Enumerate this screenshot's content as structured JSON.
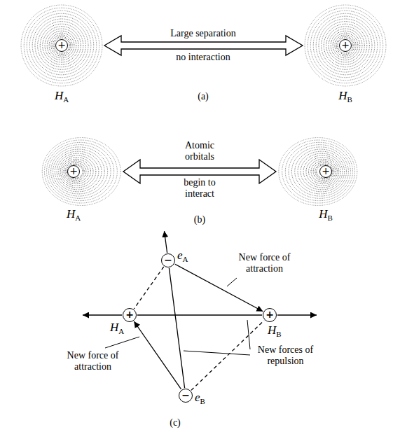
{
  "diagram": {
    "nodes": [
      {
        "text": [
          "+",
          "HA"
        ]
      },
      {
        "text": [
          "+",
          "HB"
        ]
      },
      {
        "text": [
          "+",
          "HA"
        ]
      },
      {
        "text": [
          "+",
          "HB"
        ]
      },
      {
        "text": [
          "−",
          "eA"
        ]
      },
      {
        "text": [
          "+",
          "HA"
        ]
      },
      {
        "text": [
          "+",
          "HB"
        ]
      },
      {
        "text": [
          "−",
          "eB"
        ]
      }
    ],
    "edges": [
      {
        "from": 0,
        "to": 1,
        "arrow": "both"
      },
      {
        "from": 2,
        "to": 3,
        "arrow": "both"
      },
      {
        "from": 4,
        "to": 6,
        "arrow": "to"
      },
      {
        "from": 4,
        "to": 5,
        "arrow": "none"
      },
      {
        "from": 5,
        "to": 6,
        "arrow": "none"
      },
      {
        "from": 4,
        "to": 7,
        "arrow": "none"
      },
      {
        "from": 7,
        "to": 5,
        "arrow": "to"
      },
      {
        "from": 7,
        "to": 6,
        "arrow": "none"
      }
    ],
    "labels": [
      "Large separation",
      "no interaction",
      "(a)",
      "Atomic orbitals",
      "begin to interact",
      "(b)",
      "New force of attraction",
      "New forces of repulsion",
      "New force of attraction",
      "(c)"
    ]
  }
}
